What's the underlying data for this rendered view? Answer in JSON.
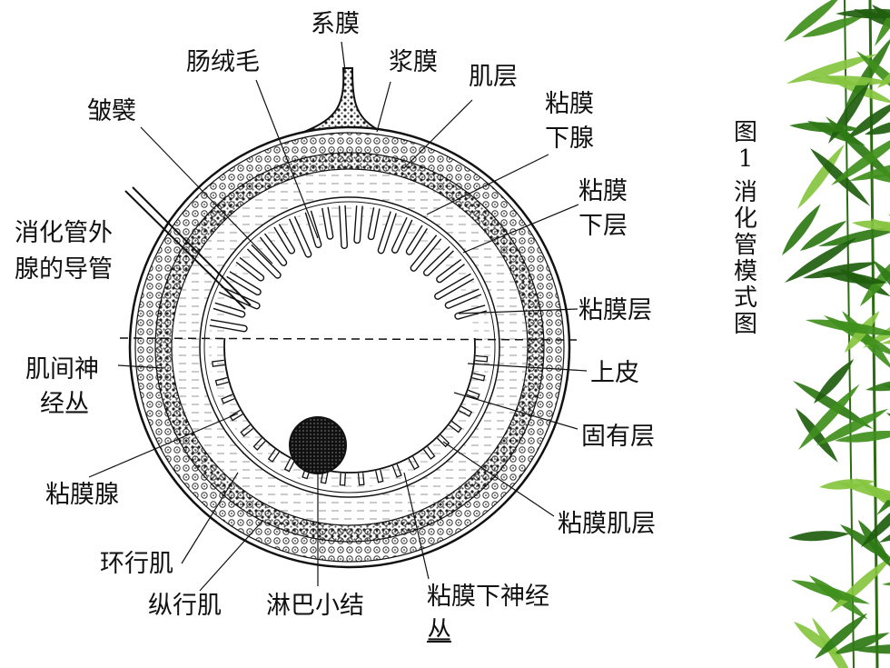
{
  "caption": {
    "lines": [
      "图",
      "1",
      "消",
      "化",
      "管",
      "模",
      "式",
      "图"
    ]
  },
  "labels": {
    "mesentery": "系膜",
    "villus": "肠绒毛",
    "serosa": "浆膜",
    "muscularis": "肌层",
    "plica": "皱襞",
    "submucosal_gland_1": "粘膜",
    "submucosal_gland_2": "下腺",
    "submucosa_1": "粘膜",
    "submucosa_2": "下层",
    "gland_duct_1": "消化管外",
    "gland_duct_2": "腺的导管",
    "mucosa": "粘膜层",
    "myenteric_1": "肌间神",
    "myenteric_2": "经丛",
    "epithelium": "上皮",
    "lamina_propria": "固有层",
    "mucosal_gland": "粘膜腺",
    "muscularis_mucosae": "粘膜肌层",
    "circular_muscle": "环行肌",
    "longitudinal_muscle": "纵行肌",
    "lymph_nodule": "淋巴小结",
    "submucosal_plexus_1": "粘膜下神经",
    "submucosal_plexus_2": "丛"
  },
  "colors": {
    "ink": "#111111",
    "leaf_dark": "#1f5e0e",
    "leaf_mid": "#3f8f1c",
    "leaf_light": "#86c43f"
  },
  "icons": {
    "decoration": "bamboo-leaves-icon"
  }
}
